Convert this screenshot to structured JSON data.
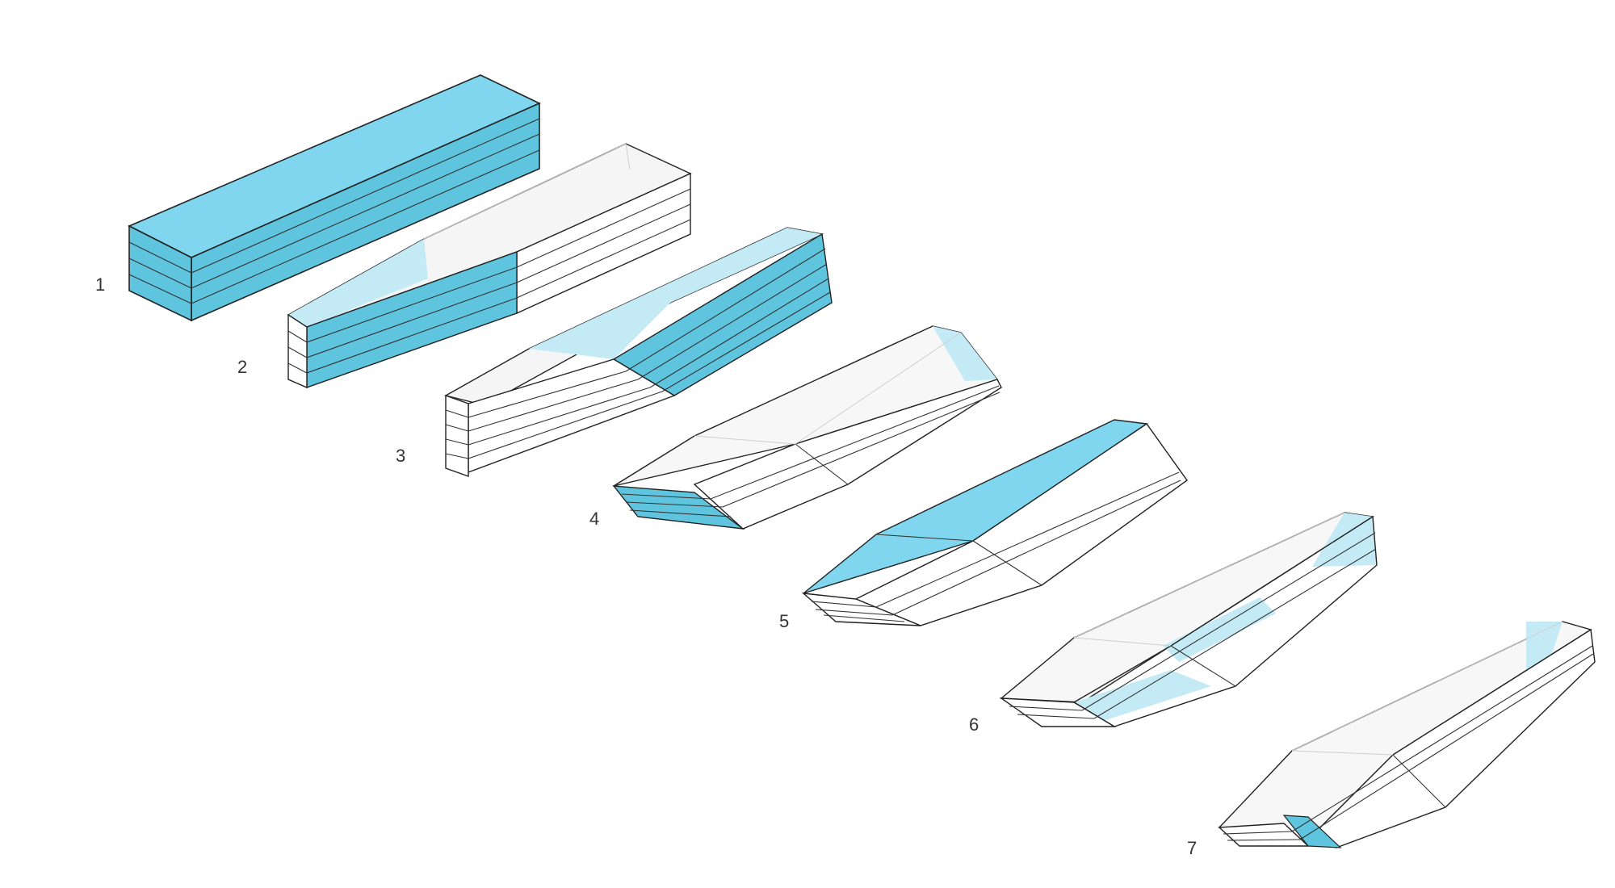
{
  "diagram": {
    "steps": [
      {
        "label": "1"
      },
      {
        "label": "2"
      },
      {
        "label": "3"
      },
      {
        "label": "4"
      },
      {
        "label": "5"
      },
      {
        "label": "6"
      },
      {
        "label": "7"
      }
    ]
  },
  "colors": {
    "highlight": "#7fd6ee",
    "highlight_side": "#5fc4dd",
    "highlight_light": "#c4ebf5",
    "edge": "#222222",
    "ghost_line": "#cfcfcf",
    "background": "#ffffff"
  }
}
